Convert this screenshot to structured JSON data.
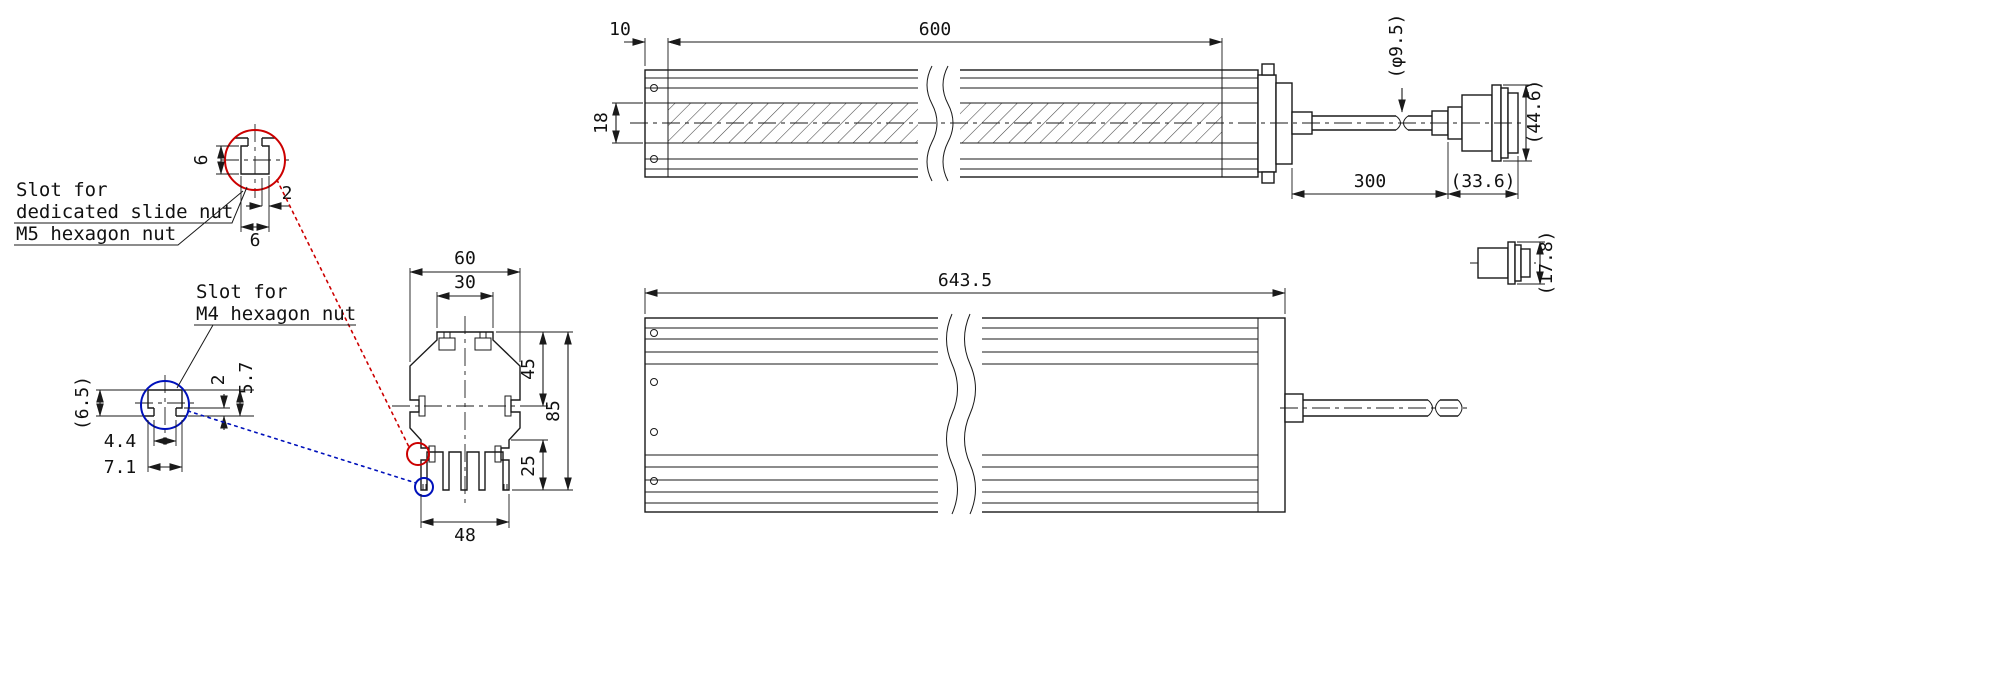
{
  "annotations": {
    "slide_nut": {
      "line1": "Slot for",
      "line2": "dedicated slide nut",
      "line3": "M5 hexagon nut"
    },
    "m4_nut": {
      "line1": "Slot for",
      "line2": "M4 hexagon nut"
    }
  },
  "detail_slide_nut": {
    "height": "6",
    "lip": "2",
    "width": "6"
  },
  "detail_m4": {
    "overall": "(6.5)",
    "opening": "4.4",
    "cavity": "7.1",
    "lip": "2",
    "depth": "5.7"
  },
  "cross_section": {
    "outer_width": "60",
    "inner_width": "30",
    "upper_height": "45",
    "total_height": "85",
    "lower_height": "25",
    "bottom_width": "48"
  },
  "side_view": {
    "end_len": "10",
    "window_len": "600",
    "window_height": "18",
    "cable_dia": "(φ9.5)",
    "connector_dia": "(44.6)",
    "cable_len": "300",
    "connector_len": "(33.6)"
  },
  "front_view": {
    "total_len": "643.5",
    "plug_dia": "(17.8)"
  },
  "colors": {
    "line": "#1a1a1a",
    "red": "#cc0000",
    "blue": "#0011bb"
  }
}
